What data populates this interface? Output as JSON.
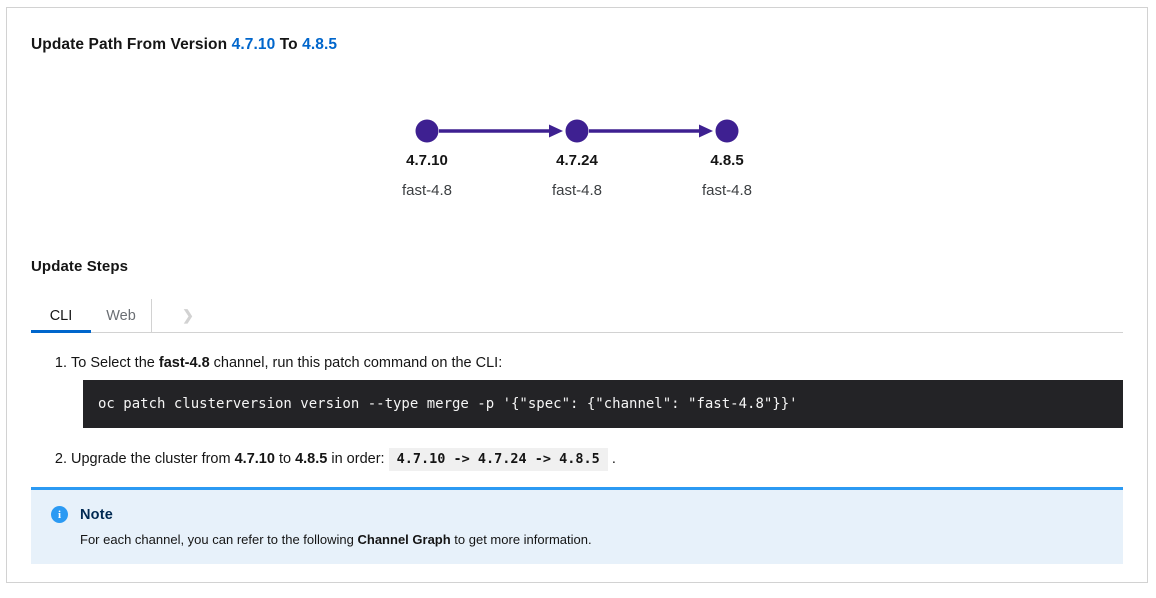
{
  "title": {
    "text": "Update Path From Version",
    "from_version": "4.7.10",
    "connector": "To",
    "to_version": "4.8.5"
  },
  "graph": {
    "node_color": "#3e2091",
    "nodes": [
      {
        "version": "4.7.10",
        "channel": "fast-4.8"
      },
      {
        "version": "4.7.24",
        "channel": "fast-4.8"
      },
      {
        "version": "4.8.5",
        "channel": "fast-4.8"
      }
    ]
  },
  "update_steps": {
    "heading": "Update Steps",
    "tabs": [
      {
        "label": "CLI",
        "active": true
      },
      {
        "label": "Web",
        "active": false
      }
    ],
    "step1": {
      "pre": "To Select the ",
      "channel": "fast-4.8",
      "post": " channel, run this patch command on the CLI:",
      "command": "oc patch clusterversion version --type merge -p '{\"spec\": {\"channel\": \"fast-4.8\"}}'"
    },
    "step2": {
      "pre": "Upgrade the cluster from ",
      "from_version": "4.7.10",
      "mid": " to ",
      "to_version": "4.8.5",
      "post": " in order: ",
      "order": "4.7.10 -> 4.7.24 -> 4.8.5",
      "period": "."
    }
  },
  "note": {
    "title": "Note",
    "body_pre": "For each channel, you can refer to the following ",
    "body_bold": "Channel Graph",
    "body_post": " to get more information."
  },
  "icons": {
    "info": "i",
    "chevron_right": "❯"
  },
  "colors": {
    "accent_blue": "#0066cc",
    "node_purple": "#3e2091",
    "note_border_blue": "#2b9af3",
    "note_background": "#e7f1fa",
    "code_background": "#232326"
  }
}
